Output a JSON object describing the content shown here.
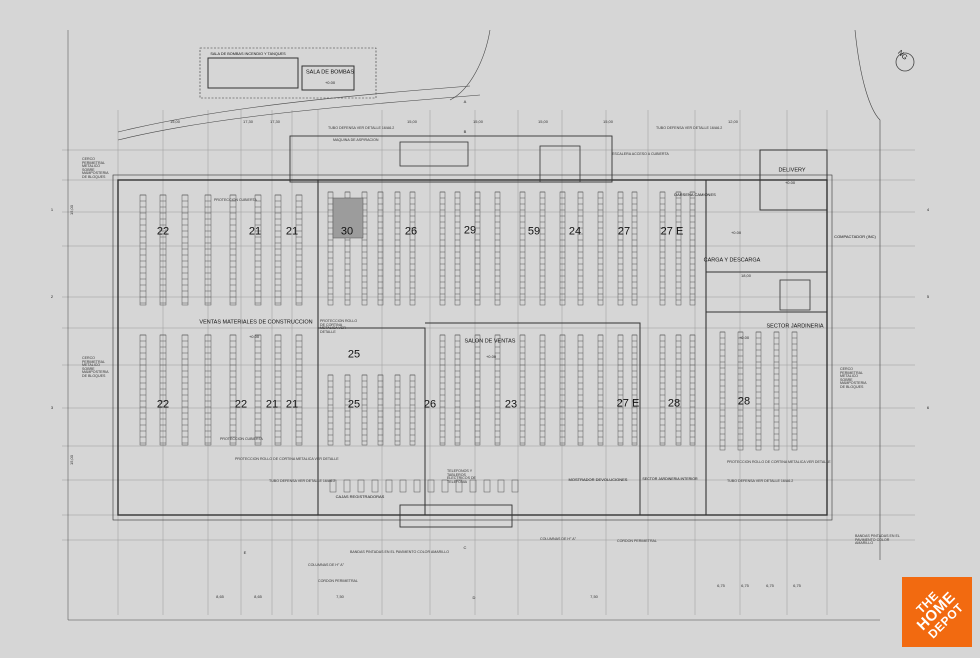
{
  "zones": [
    {
      "label": "22"
    },
    {
      "label": "21"
    },
    {
      "label": "21"
    },
    {
      "label": "30"
    },
    {
      "label": "26"
    },
    {
      "label": "29"
    },
    {
      "label": "59"
    },
    {
      "label": "24"
    },
    {
      "label": "27"
    },
    {
      "label": "27 E"
    },
    {
      "label": "25"
    },
    {
      "label": "22"
    },
    {
      "label": "22"
    },
    {
      "label": "21"
    },
    {
      "label": "21"
    },
    {
      "label": "25"
    },
    {
      "label": "26"
    },
    {
      "label": "23"
    },
    {
      "label": "27 E"
    },
    {
      "label": "28"
    },
    {
      "label": "28"
    }
  ],
  "rooms": {
    "salon_ventas": "SALON DE VENTAS",
    "ventas_materiales": "VENTAS MATERIALES DE CONSTRUCCION",
    "carga_descarga": "CARGA Y DESCARGA",
    "sector_jardineria": "SECTOR JARDINERIA",
    "delivery": "DELIVERY",
    "sala_bombas": "SALA DE BOMBAS",
    "sala_incendio": "SALA DE BOMBAS INCENDIO Y TANQUES",
    "darsena_camiones": "DARSENA CAMIONES",
    "mostrador": "MOSTRADOR DEVOLUCIONES",
    "cajas": "CAJAS REGISTRADORAS",
    "compactador": "COMPACTADOR (INC)",
    "sector_jardineria_interior": "SECTOR JARDINERIA INTERIOR"
  },
  "notes": {
    "proteccion_cubierta": "PROTECCION CUBIERTA",
    "cerco_perimetral": "CERCO PERIMETRAL METALICO SOBRE MAMPOSTERIA DE BLOQUES",
    "tubo_defensa": "TUBO DEFENSA VER DETALLE 16/A6.2",
    "proteccion_rollo": "PROTECCION ROLLO DE CORTINA METALICA VER DETALLE",
    "bandas_pintadas": "BANDAS PINTADAS EN EL PAVIMENTO COLOR AMARILLO",
    "cordon_perimetral": "CORDON PERIMETRAL",
    "columnas": "COLUMNAS DE H° A°",
    "escalera": "ESCALERA ACCESO A CUBIERTA",
    "maquina_aspiracion": "MAQUINA DE ASPIRACION",
    "telefonos": "TELEFONOS Y TABLEROS ELECTRICOS DE TELEFONIA"
  },
  "elevation_tags": [
    "+0.00",
    "+0.00",
    "+0.00",
    "+0.00",
    "+0.00",
    "+0.00"
  ],
  "north": "NG",
  "axis_tags": [
    "1",
    "2",
    "3",
    "4",
    "5",
    "6",
    "A",
    "B",
    "C",
    "D",
    "E"
  ],
  "dimensions": [
    "17,30",
    "15,00",
    "15,00",
    "15,00",
    "15,00",
    "15,00",
    "17,30",
    "12,00",
    "8,65",
    "8,65",
    "7,50",
    "7,50",
    "6,75",
    "6,75",
    "6,75",
    "6,75",
    "15,00",
    "15,00",
    "18,00"
  ],
  "logo": {
    "line1": "THE",
    "line2": "HOME",
    "line3": "DEPOT"
  },
  "colors": {
    "background": "#d6d6d6",
    "lines": "#3a3a3a",
    "logo": "#f26a10"
  }
}
